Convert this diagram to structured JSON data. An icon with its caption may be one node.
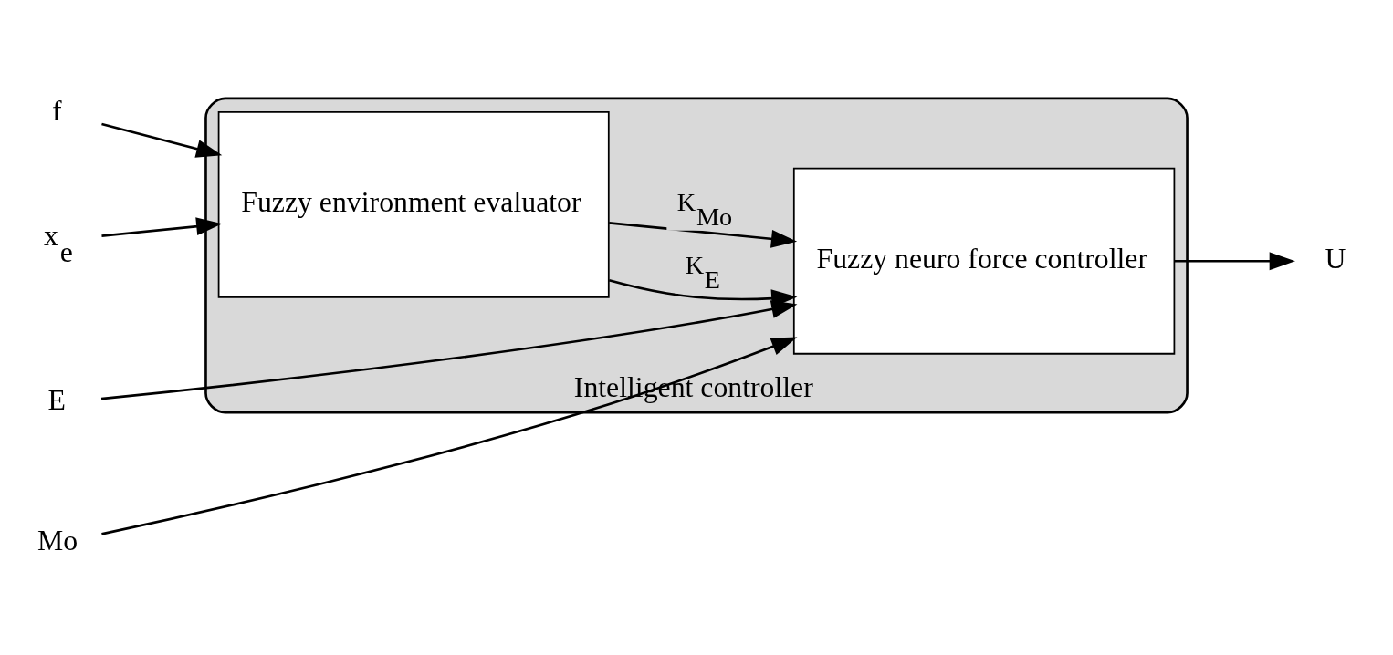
{
  "diagram": {
    "nodes": [
      {
        "text": [
          "Intelligent controller"
        ]
      },
      {
        "text": [
          "Fuzzy neuro force controller"
        ],
        "in": 0
      },
      {
        "text": [
          "Fuzzy environment evaluator"
        ],
        "in": 0
      },
      {
        "text": [
          "E"
        ]
      },
      {
        "text": [
          "Mo"
        ]
      },
      {
        "text": [
          "f"
        ]
      },
      {
        "text": [
          "x$_{e}$"
        ]
      },
      {
        "text": [
          "U"
        ]
      }
    ],
    "edges": [
      {
        "from": 3,
        "to": 1,
        "arrow": "to"
      },
      {
        "from": 4,
        "to": 1,
        "arrow": "to"
      },
      {
        "from": 5,
        "to": 2,
        "arrow": "to"
      },
      {
        "from": 6,
        "to": 2,
        "arrow": "to"
      },
      {
        "from": 2,
        "to": 1,
        "arrow": "to",
        "label": "K$_{E}$"
      },
      {
        "from": 2,
        "to": 1,
        "arrow": "to",
        "label": "K$_{Mo}$"
      },
      {
        "from": 1,
        "to": 7,
        "arrow": "to"
      }
    ]
  }
}
